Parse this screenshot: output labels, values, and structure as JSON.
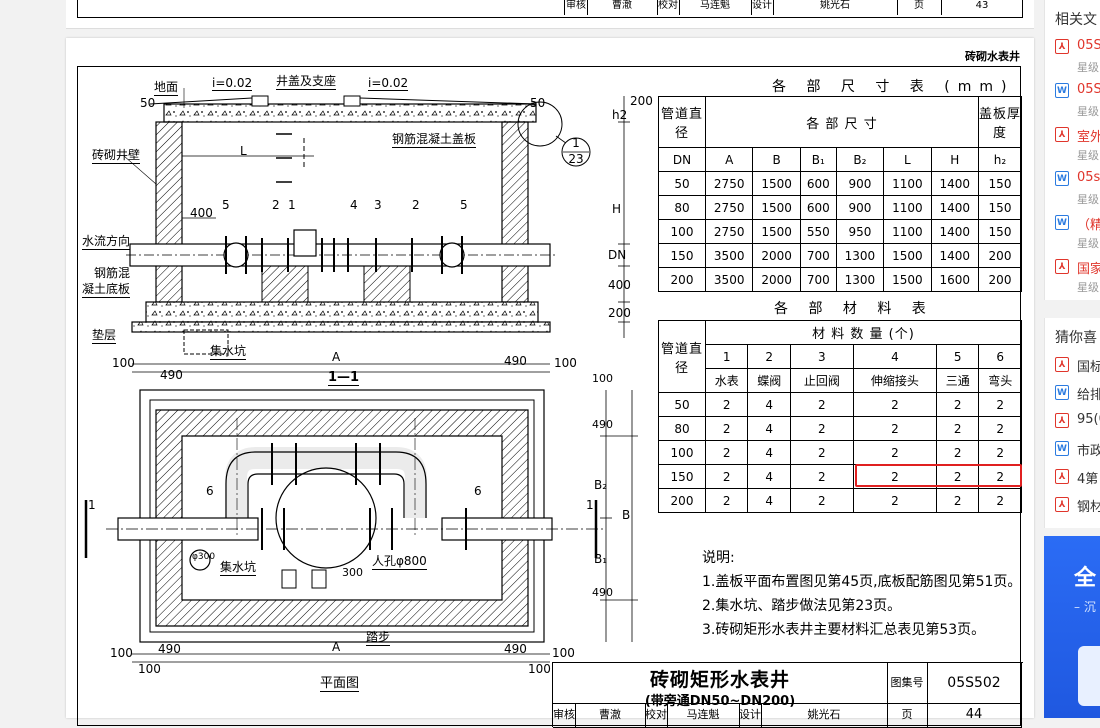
{
  "prev_page": {
    "sign": [
      "审核",
      "曹澈",
      "校对",
      "马连魁",
      "设计",
      "姚光石"
    ],
    "page_label": "页",
    "page_no": "43"
  },
  "drawing_title": "砖砌水表井",
  "dims_table": {
    "caption": "各 部 尺 寸 表 (mm)",
    "h_pipe": "管道直径",
    "h_group": "各 部 尺 寸",
    "h_cover": "盖板厚度",
    "cols": [
      "DN",
      "A",
      "B",
      "B₁",
      "B₂",
      "L",
      "H",
      "h₂"
    ],
    "rows": [
      [
        "50",
        "2750",
        "1500",
        "600",
        "900",
        "1100",
        "1400",
        "150"
      ],
      [
        "80",
        "2750",
        "1500",
        "600",
        "900",
        "1100",
        "1400",
        "150"
      ],
      [
        "100",
        "2750",
        "1500",
        "550",
        "950",
        "1100",
        "1400",
        "150"
      ],
      [
        "150",
        "3500",
        "2000",
        "700",
        "1300",
        "1500",
        "1400",
        "200"
      ],
      [
        "200",
        "3500",
        "2000",
        "700",
        "1300",
        "1500",
        "1600",
        "200"
      ]
    ]
  },
  "mat_table": {
    "caption": "各 部 材 料 表",
    "h_pipe": "管道直径",
    "h_group": "材 料 数 量 (个)",
    "nums": [
      "1",
      "2",
      "3",
      "4",
      "5",
      "6"
    ],
    "cols": [
      "DN",
      "水表",
      "蝶阀",
      "止回阀",
      "伸缩接头",
      "三通",
      "弯头"
    ],
    "rows": [
      [
        "50",
        "2",
        "4",
        "2",
        "2",
        "2",
        "2"
      ],
      [
        "80",
        "2",
        "4",
        "2",
        "2",
        "2",
        "2"
      ],
      [
        "100",
        "2",
        "4",
        "2",
        "2",
        "2",
        "2"
      ],
      [
        "150",
        "2",
        "4",
        "2",
        "2",
        "2",
        "2"
      ],
      [
        "200",
        "2",
        "4",
        "2",
        "2",
        "2",
        "2"
      ]
    ]
  },
  "notes": {
    "title": "说明:",
    "items": [
      "1.盖板平面布置图见第45页,底板配筋图见第51页。",
      "2.集水坑、踏步做法见第23页。",
      "3.砖砌矩形水表井主要材料汇总表见第53页。"
    ]
  },
  "section": {
    "ground": "地面",
    "slope_left": "i=0.02",
    "slope_right": "i=0.02",
    "cover_label": "井盖及支座",
    "rc_cover": "钢筋混凝土盖板",
    "brick_wall": "砖砌井壁",
    "flow_dir": "水流方向",
    "rc_base_1": "钢筋混",
    "rc_base_2": "凝土底板",
    "cushion": "垫层",
    "sump": "集水坑",
    "title": "1—1",
    "L": "L",
    "H": "H",
    "A": "A",
    "h2": "h2",
    "DN": "DN",
    "d50": "50",
    "d400": "400",
    "d100": "100",
    "d490": "490",
    "d200": "200",
    "d100b": "100",
    "d400b": "400",
    "d200b": "200",
    "callout_top": "1",
    "callout_bot": "23",
    "parts": [
      "5",
      "2",
      "1",
      "4",
      "3",
      "2",
      "5"
    ]
  },
  "plan": {
    "title": "平面图",
    "sump": "集水坑",
    "manhole": "人孔φ800",
    "step": "踏步",
    "sump_dia": "φ300",
    "A": "A",
    "B": "B",
    "B1": "B₁",
    "B2": "B₂",
    "d300": "300",
    "part6": "6",
    "cut_mark": "1",
    "d100": "100",
    "d490": "490"
  },
  "title_block": {
    "main": "砖砌矩形水表井",
    "sub": "(带旁通DN50~DN200)",
    "atlas_label": "图集号",
    "atlas_no": "05S502",
    "page_label": "页",
    "page_no": "44",
    "sign": [
      "审核",
      "曹澈",
      "校对",
      "马连魁",
      "设计",
      "姚光石"
    ]
  },
  "sidebar": {
    "related_head": "相关文",
    "related": [
      {
        "icon": "pdf",
        "title": "05S",
        "sub": "星级"
      },
      {
        "icon": "doc",
        "title": "05S",
        "sub": "星级"
      },
      {
        "icon": "pdf",
        "title": "室外",
        "sub": "星级"
      },
      {
        "icon": "doc",
        "title": "05s5",
        "sub": "星级"
      },
      {
        "icon": "doc",
        "title": "（精",
        "sub": "星级"
      },
      {
        "icon": "pdf",
        "title": "国家",
        "sub": "星级"
      }
    ],
    "guess_head": "猜你喜",
    "guess": [
      {
        "icon": "pdf",
        "title": "国标"
      },
      {
        "icon": "doc",
        "title": "给排"
      },
      {
        "icon": "pdf",
        "title": "95(0"
      },
      {
        "icon": "doc",
        "title": "市政"
      },
      {
        "icon": "pdf",
        "title": "4第"
      },
      {
        "icon": "pdf",
        "title": "钢材"
      }
    ],
    "banner_big": "全",
    "banner_small": "– 沉"
  },
  "colors": {
    "highlight": "#e02020",
    "pdf": "#e0352b",
    "doc": "#2b7be0",
    "banner": "#2b6cf5"
  }
}
